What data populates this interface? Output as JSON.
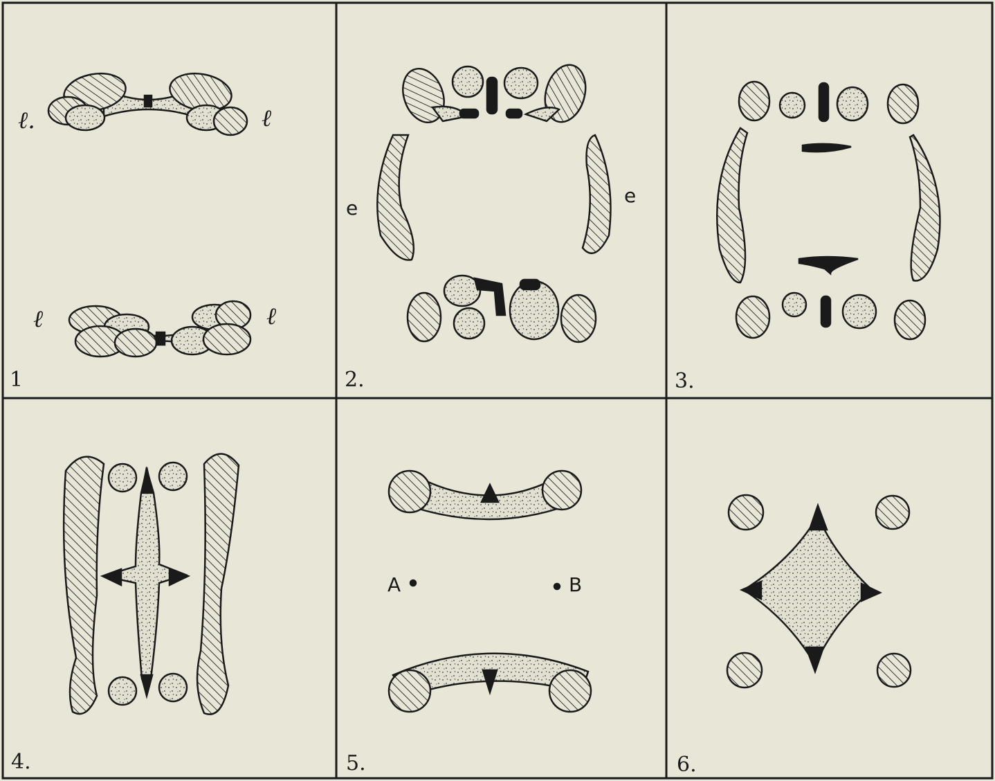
{
  "panels": [
    {
      "number": "1",
      "labels": [
        "ℓ.",
        "ℓ",
        "ℓ",
        "ℓ"
      ]
    },
    {
      "number": "2.",
      "labels": [
        "e",
        "e"
      ]
    },
    {
      "number": "3.",
      "labels": []
    },
    {
      "number": "4.",
      "labels": []
    },
    {
      "number": "5.",
      "labels": [
        "A",
        "B"
      ]
    },
    {
      "number": "6.",
      "labels": []
    }
  ],
  "colors": {
    "background": "#e7e6d7",
    "ink": "#1a1a1a"
  }
}
